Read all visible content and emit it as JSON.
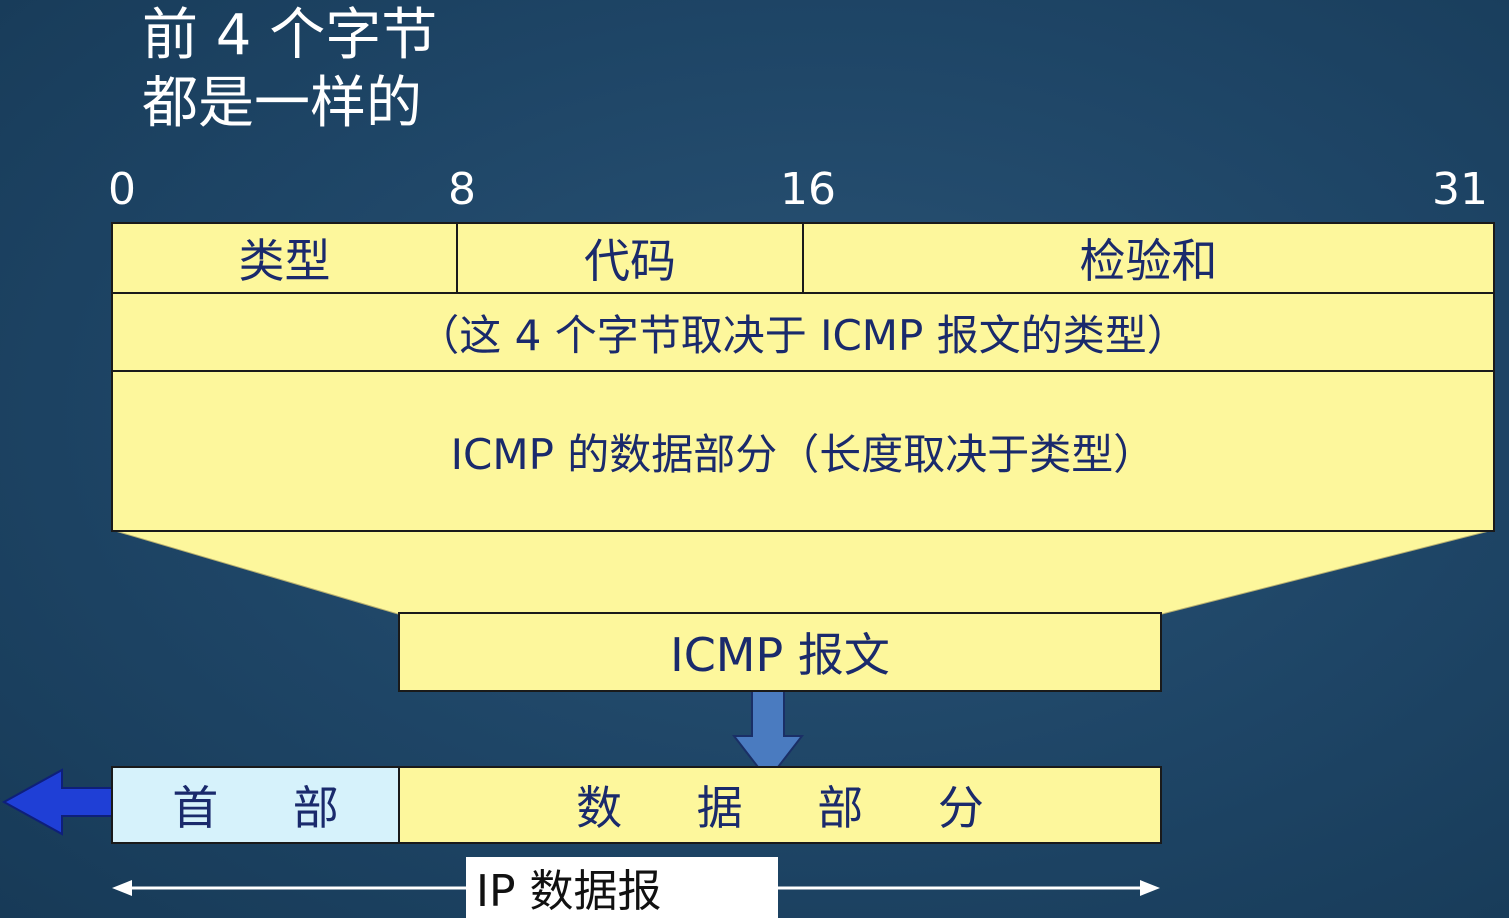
{
  "title": {
    "line1": "前 4 个字节",
    "line2": "都是一样的"
  },
  "bit_positions": [
    "0",
    "8",
    "16",
    "31"
  ],
  "icmp_fields": {
    "type": "类型",
    "code": "代码",
    "checksum": "检验和",
    "second_word": "（这 4 个字节取决于 ICMP 报文的类型）",
    "data": "ICMP 的数据部分（长度取决于类型）"
  },
  "icmp_message": "ICMP 报文",
  "ip_datagram": {
    "header": "首 部",
    "data": "数 据 部 分",
    "label": "IP 数据报"
  },
  "colors": {
    "background": "#1e4566",
    "field_fill": "#fdf79c",
    "header_fill": "#d6f2fb",
    "text_blue": "#1a2a6c",
    "arrow_blue": "#4a7bc0",
    "left_arrow": "#1f3fd6"
  }
}
